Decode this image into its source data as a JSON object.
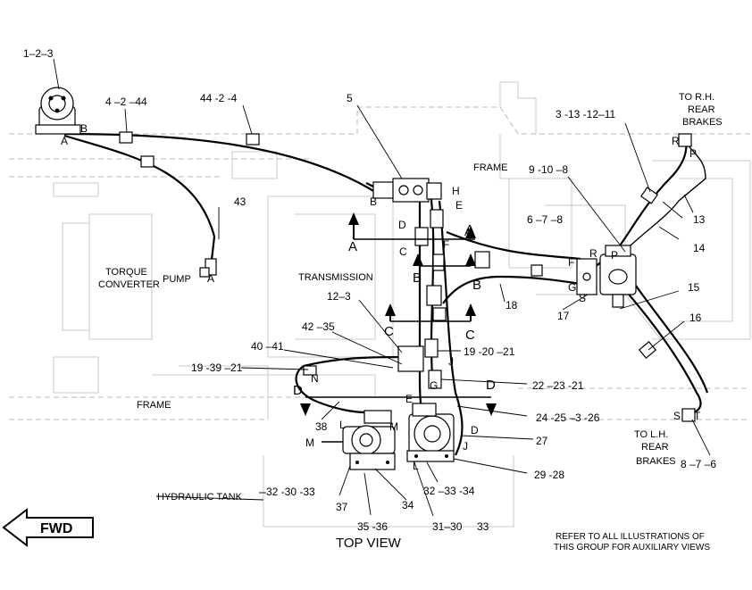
{
  "callouts": {
    "c_1_2_3": "1–2–3",
    "c_4_2_44": "4 –2 –44",
    "c_44_2_4": "44 -2  -4",
    "c_5": "5",
    "c_3_13_12_11": "3  -13  -12–11",
    "c_9_10_8": "9  -10 –8",
    "c_6_7_8_top": "6  –7 –8",
    "c_43": "43",
    "c_12_3": "12–3",
    "c_42_35": "42 –35",
    "c_40_41": "40  –41",
    "c_19_39_21": "19  -39  –21",
    "c_19_20_21": "19  -20 –21",
    "c_22_23_21": "22 –23  -21",
    "c_24_25_3_26": "24  -25 –3  -26",
    "c_27": "27",
    "c_29_28": "29  -28",
    "c_32_33_34": "32 –33  -34",
    "c_32_30_33": "32  -30  -33",
    "c_31_30_33": "31–30",
    "c_33": "33",
    "c_35_36": "35    -36",
    "c_34": "34",
    "c_37": "37",
    "c_38": "38",
    "c_13": "13",
    "c_14": "14",
    "c_15": "15",
    "c_16": "16",
    "c_17": "17",
    "c_18": "18",
    "c_8_7_6": "8  –7 –6"
  },
  "labels": {
    "to_rh_1": "TO  R.H.",
    "to_rh_2": "REAR",
    "to_rh_3": "BRAKES",
    "to_lh_1": "TO  L.H.",
    "to_lh_2": "REAR",
    "to_lh_3": "BRAKES",
    "frame_top": "FRAME",
    "frame_bottom": "FRAME",
    "torque_1": "TORQUE",
    "torque_2": "CONVERTER",
    "pump": "PUMP",
    "transmission": "TRANSMISSION",
    "hydraulic_tank": "HYDRAULIC  TANK",
    "top_view": "TOP VIEW",
    "fwd": "FWD",
    "refer_1": "REFER TO ALL ILLUSTRATIONS OF",
    "refer_2": "THIS GROUP FOR AUXILIARY VIEWS"
  },
  "letters": {
    "A": "A",
    "B": "B",
    "C": "C",
    "D": "D",
    "E": "E",
    "F": "F",
    "G": "G",
    "H": "H",
    "J": "J",
    "L": "L",
    "M": "M",
    "N": "N",
    "P": "P",
    "R": "R",
    "S": "S",
    "T": "T"
  }
}
